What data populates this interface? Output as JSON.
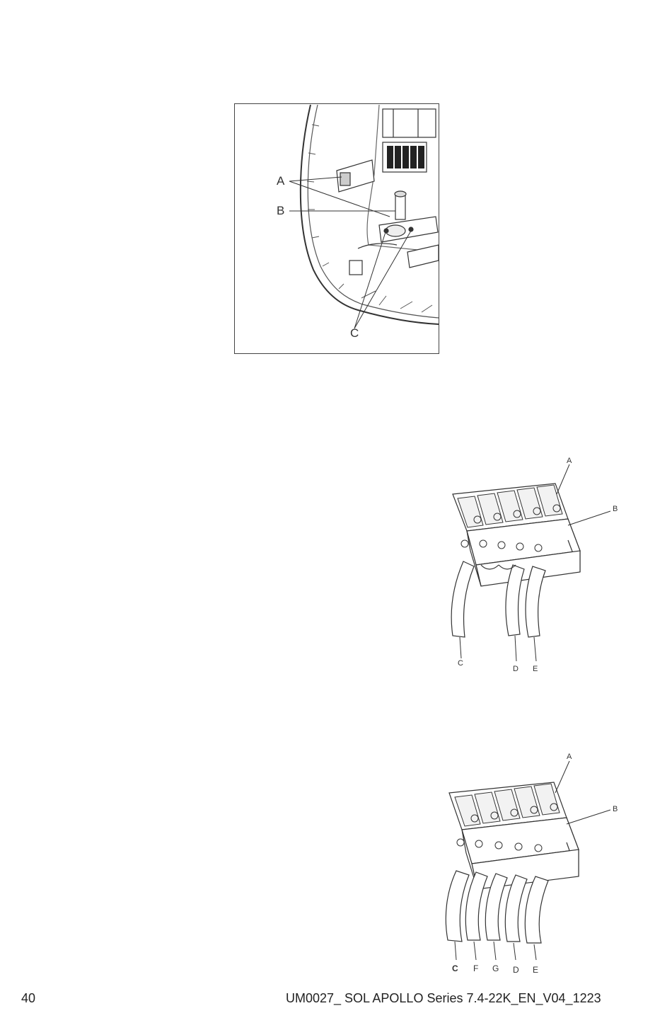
{
  "figure1": {
    "labels": {
      "a": "A",
      "b": "B",
      "c": "C"
    }
  },
  "figure2": {
    "labels": {
      "a": "A",
      "b": "B",
      "c": "C",
      "d": "D",
      "e": "E"
    }
  },
  "figure3": {
    "labels": {
      "a": "A",
      "b": "B",
      "c": "C",
      "f": "F",
      "g": "G",
      "d": "D",
      "e": "E"
    }
  },
  "footer": {
    "page_number": "40",
    "document_id": "UM0027_ SOL APOLLO Series 7.4-22K_EN_V04_1223"
  }
}
